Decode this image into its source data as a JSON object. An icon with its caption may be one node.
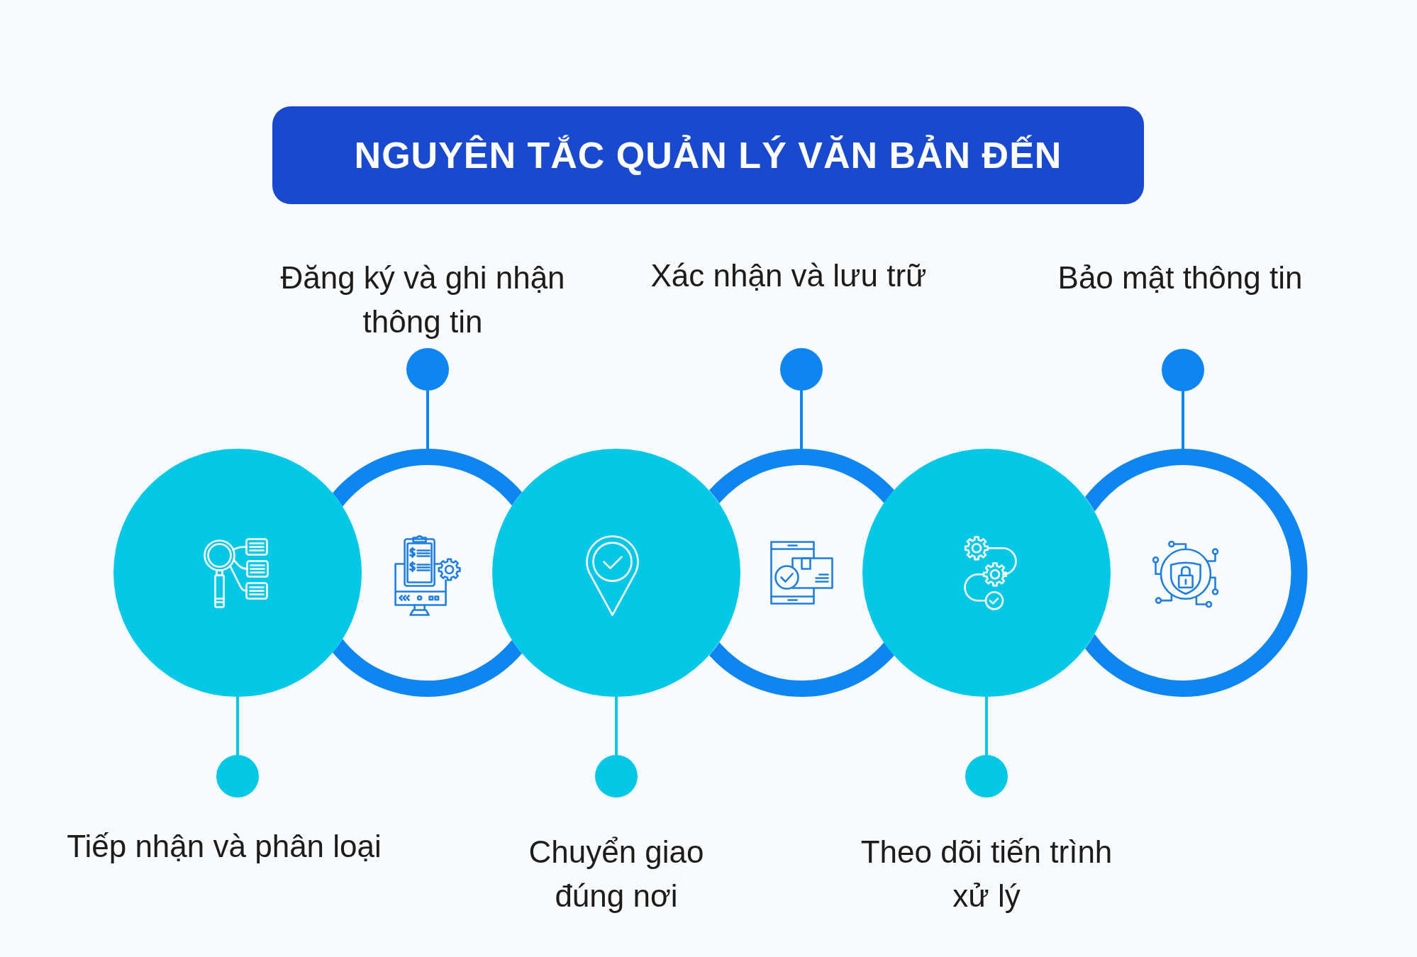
{
  "diagram": {
    "title": "NGUYÊN TẮC QUẢN LÝ VĂN BẢN ĐẾN",
    "nodes": [
      {
        "text": [],
        "shape": "circle"
      },
      {
        "text": [],
        "shape": "circle",
        "beside": [
          "Tiếp nhận và phân loại"
        ]
      },
      {
        "text": [],
        "shape": "circle"
      },
      {
        "text": [],
        "shape": "circle",
        "beside": [
          "Đăng ký và ghi nhận thông tin"
        ]
      },
      {
        "text": [],
        "shape": "circle"
      },
      {
        "text": [],
        "shape": "circle",
        "beside": [
          "Chuyển giao đúng nơi"
        ]
      },
      {
        "text": [],
        "shape": "circle"
      },
      {
        "text": [],
        "shape": "circle",
        "beside": [
          "Xác nhận và lưu trữ"
        ]
      },
      {
        "text": [],
        "shape": "circle"
      },
      {
        "text": [],
        "shape": "circle",
        "beside": [
          "Theo dõi tiến trình xử lý"
        ]
      },
      {
        "text": [],
        "shape": "circle"
      },
      {
        "text": [],
        "shape": "circle",
        "beside": [
          "Bảo mật thông tin"
        ]
      }
    ],
    "edges": [
      {
        "from": 0,
        "to": 1,
        "arrow": "none",
        "color": "#05c7e6"
      },
      {
        "from": 2,
        "to": 3,
        "arrow": "none",
        "color": "#0d86f2"
      },
      {
        "from": 4,
        "to": 5,
        "arrow": "none",
        "color": "#05c7e6"
      },
      {
        "from": 6,
        "to": 7,
        "arrow": "none",
        "color": "#0d86f2"
      },
      {
        "from": 8,
        "to": 9,
        "arrow": "none",
        "color": "#05c7e6"
      },
      {
        "from": 10,
        "to": 11,
        "arrow": "none",
        "color": "#0d86f2"
      }
    ]
  }
}
